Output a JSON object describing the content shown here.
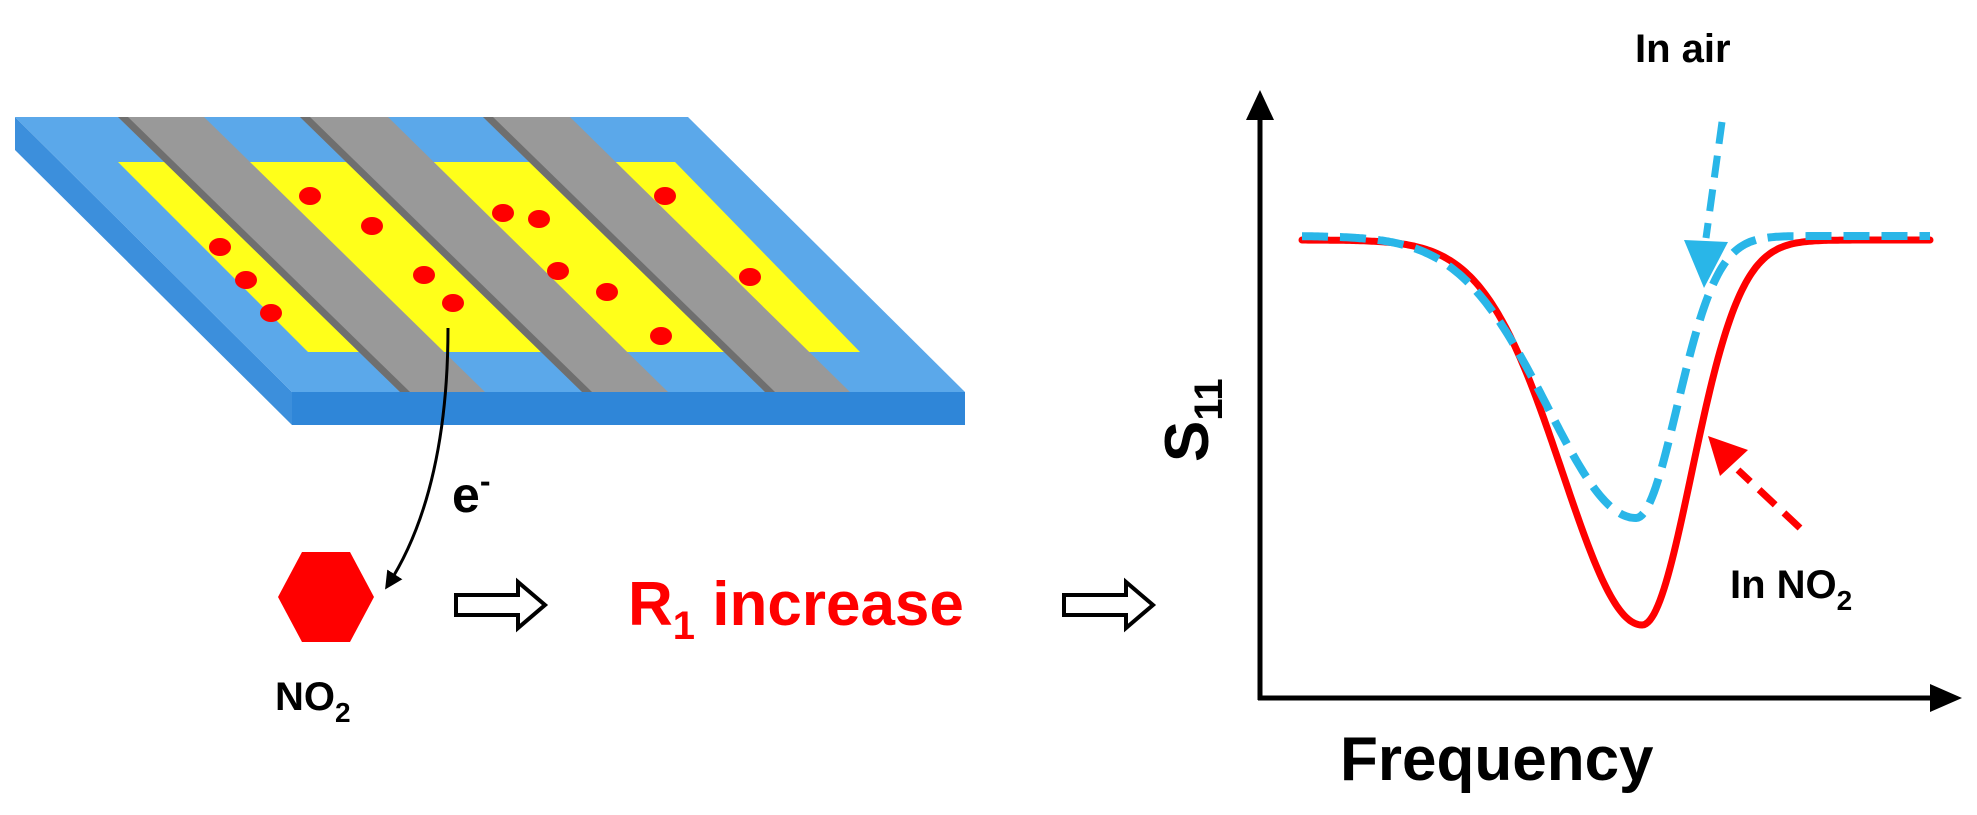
{
  "device": {
    "electron_label": "e",
    "electron_sup": "-",
    "molecule_label": "NO",
    "molecule_sub": "2"
  },
  "flow": {
    "result_main": "R",
    "result_sub": "1",
    "result_rest": " increase"
  },
  "chart_data": {
    "type": "line",
    "xlabel": "Frequency",
    "ylabel_main": "S",
    "ylabel_sub": "11",
    "series": [
      {
        "name": "In air",
        "style": "dashed",
        "color": "#29b6e8"
      },
      {
        "name_main": "In NO",
        "name_sub": "2",
        "style": "solid",
        "color": "#ff0000"
      }
    ]
  },
  "colors": {
    "substrate_top": "#5ba8ea",
    "substrate_side": "#2f86d8",
    "sensing_film": "#ffff1a",
    "electrode": "#999999",
    "nanoparticle": "#ff0000",
    "highlight": "#ff0000",
    "air_curve": "#29b6e8"
  }
}
